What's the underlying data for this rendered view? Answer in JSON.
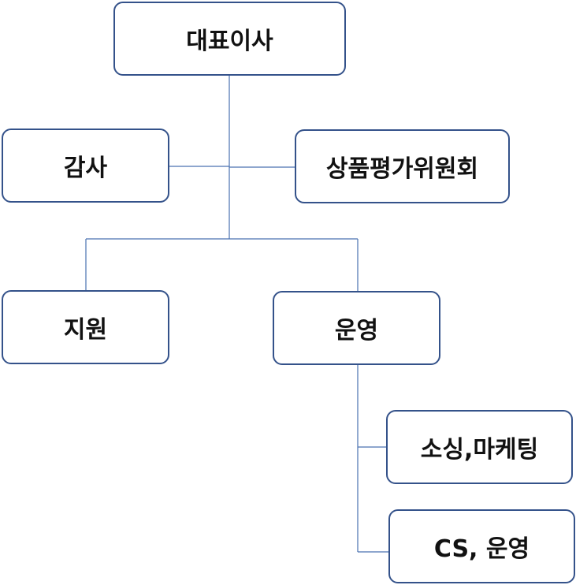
{
  "org_chart": {
    "ceo": "대표이사",
    "audit": "감사",
    "committee": "상품평가위원회",
    "support": "지원",
    "operations": "운영",
    "sourcing_marketing": "소싱,마케팅",
    "cs_operations": "CS, 운영"
  },
  "colors": {
    "node_border": "#34528a",
    "connector": "#4a72b0",
    "text": "#111111",
    "background": "#ffffff"
  }
}
